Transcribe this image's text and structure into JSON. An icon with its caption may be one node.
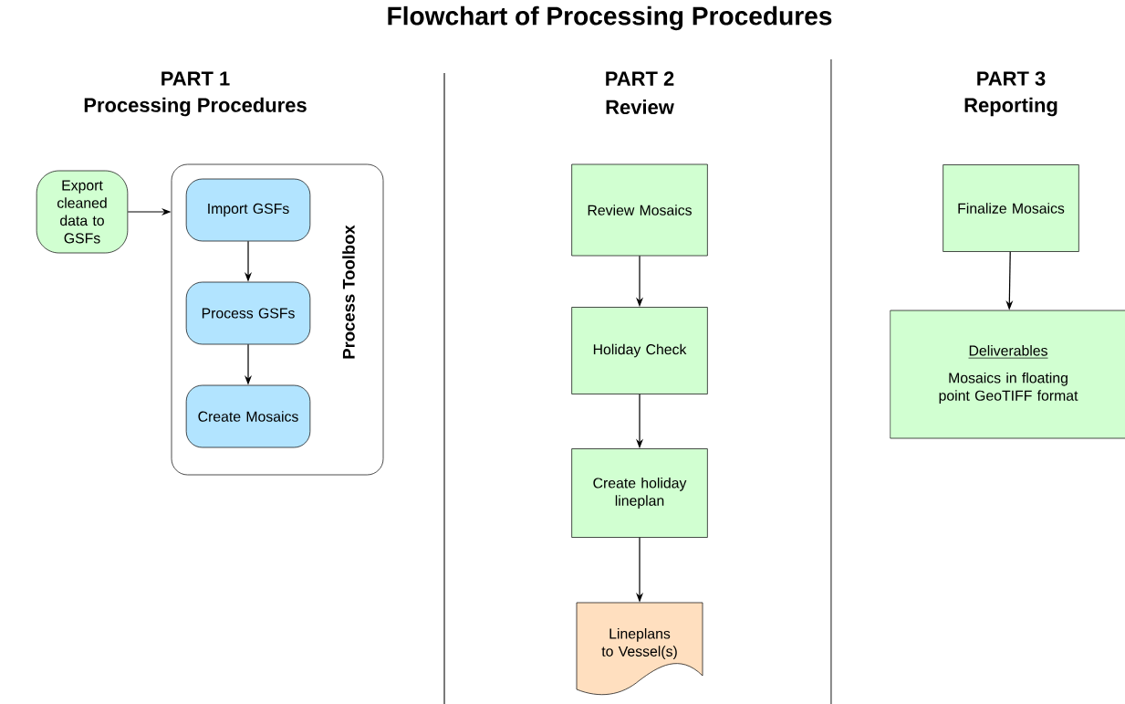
{
  "diagram": {
    "title": "Flowchart of Processing Procedures",
    "nodes": [
      {
        "text": [
          "Export cleaned data to GSFs"
        ]
      },
      {
        "text": [
          "Process Toolbox"
        ]
      },
      {
        "text": [
          "Import GSFs"
        ],
        "in": 1
      },
      {
        "text": [
          "Process GSFs"
        ],
        "in": 1
      },
      {
        "text": [
          "Create Mosaics"
        ],
        "in": 1
      },
      {
        "text": [
          "Review Mosaics"
        ]
      },
      {
        "text": [
          "Holiday Check"
        ]
      },
      {
        "text": [
          "Create holiday lineplan"
        ]
      },
      {
        "text": [
          "Lineplans to Vessel(s)"
        ]
      },
      {
        "text": [
          "Finalize Mosaics"
        ]
      },
      {
        "text": [
          "Deliverables",
          "Mosaics in floating point GeoTIFF format"
        ]
      }
    ],
    "edges": [
      {
        "from": 0,
        "to": 1,
        "arrow": "to"
      },
      {
        "from": 2,
        "to": 3,
        "arrow": "to"
      },
      {
        "from": 3,
        "to": 4,
        "arrow": "to"
      },
      {
        "from": 5,
        "to": 6,
        "arrow": "to"
      },
      {
        "from": 6,
        "to": 7,
        "arrow": "to"
      },
      {
        "from": 7,
        "to": 8,
        "arrow": "to"
      },
      {
        "from": 9,
        "to": 10,
        "arrow": "to"
      }
    ],
    "labels": [
      "PART 1",
      "Processing Procedures",
      "PART 2",
      "Review",
      "PART 3",
      "Reporting"
    ]
  }
}
